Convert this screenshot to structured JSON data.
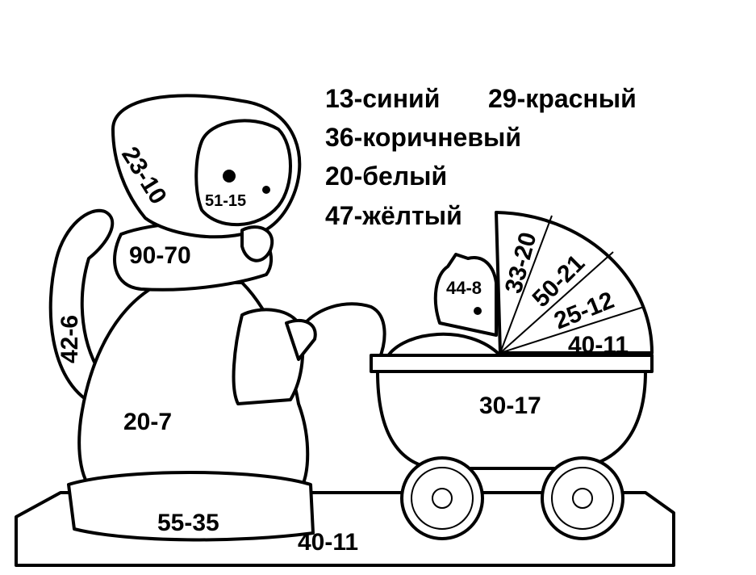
{
  "legend": [
    {
      "number": "13",
      "label": "13-синий"
    },
    {
      "number": "29",
      "label": "29-красный"
    },
    {
      "number": "36",
      "label": "36-коричневый"
    },
    {
      "number": "20",
      "label": "20-белый"
    },
    {
      "number": "47",
      "label": "47-жёлтый"
    }
  ],
  "regions": {
    "scarf": "23-10",
    "face": "51-15",
    "collar": "90-70",
    "tail": "42-6",
    "coat": "20-7",
    "coat_hem": "55-35",
    "ground": "40-11",
    "stroller_body": "30-17",
    "kitten": "44-8",
    "canopy_1": "33-20",
    "canopy_2": "50-21",
    "canopy_3": "25-12",
    "canopy_4": "40-11"
  }
}
